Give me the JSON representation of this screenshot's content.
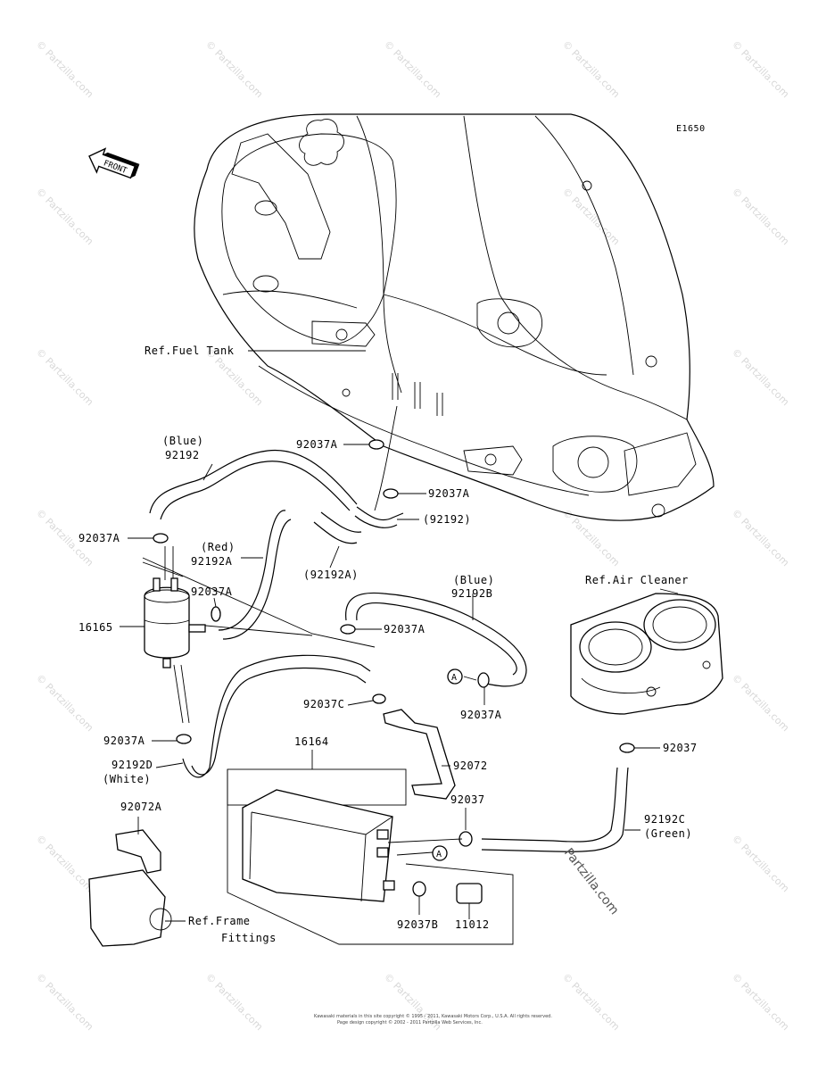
{
  "diagram_code": "E1650",
  "front_label": "FRONT",
  "watermark_text": "© Partzilla.com",
  "large_watermark": "Partzilla.com",
  "footer_line_1": "Kawasaki materials in this site copyright © 1995 - 2011, Kawasaki Motors Corp., U.S.A. All rights reserved.",
  "footer_line_2": "Page design copyright © 2002 - 2011 Partzilla Web Services, Inc.",
  "labels": {
    "ref_fuel_tank": "Ref.Fuel Tank",
    "blue_1": "(Blue)",
    "p92192": "92192",
    "p92037A_top": "92037A",
    "p92037A_mid": "92037A",
    "p92192_paren": "(92192)",
    "p92037A_left": "92037A",
    "red": "(Red)",
    "p92192A": "92192A",
    "p92192A_paren": "(92192A)",
    "p92037A_filter": "92037A",
    "p16165": "16165",
    "blue_2": "(Blue)",
    "p92192B": "92192B",
    "p92037A_right": "92037A",
    "ref_air_cleaner": "Ref.Air Cleaner",
    "callout_a": "A",
    "p92037A_a": "92037A",
    "p92037C": "92037C",
    "p92037A_low": "92037A",
    "p92192D": "92192D",
    "white": "(White)",
    "p16164": "16164",
    "p92072": "92072",
    "p92037_right": "92037",
    "p92037_mid": "92037",
    "p92072A": "92072A",
    "p92192C": "92192C",
    "green": "(Green)",
    "ref_frame_1": "Ref.Frame",
    "ref_frame_2": "Fittings",
    "p92037B": "92037B",
    "p11012": "11012"
  }
}
